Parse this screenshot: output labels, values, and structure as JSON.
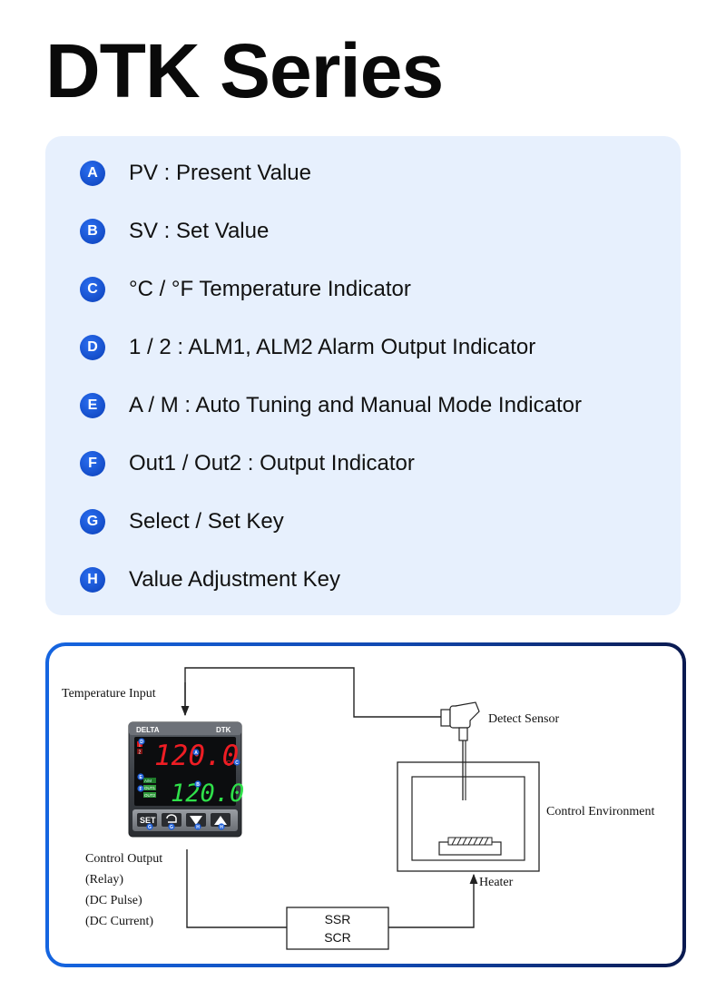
{
  "title": "DTK Series",
  "legend": {
    "items": [
      {
        "letter": "A",
        "text": "PV : Present Value"
      },
      {
        "letter": "B",
        "text": "SV : Set Value"
      },
      {
        "letter": "C",
        "text": "°C / °F Temperature Indicator"
      },
      {
        "letter": "D",
        "text": "1 / 2 : ALM1, ALM2 Alarm Output Indicator"
      },
      {
        "letter": "E",
        "text": "A / M : Auto Tuning and Manual Mode Indicator"
      },
      {
        "letter": "F",
        "text": "Out1 / Out2 : Output Indicator"
      },
      {
        "letter": "G",
        "text": "Select / Set Key"
      },
      {
        "letter": "H",
        "text": "Value Adjustment Key"
      }
    ]
  },
  "diagram": {
    "temperature_input": "Temperature Input",
    "detect_sensor": "Detect Sensor",
    "control_environment": "Control Environment",
    "heater": "Heater",
    "control_output": [
      "Control Output",
      "(Relay)",
      "(DC Pulse)",
      "(DC Current)"
    ],
    "ssr": "SSR",
    "scr": "SCR",
    "device": {
      "brand": "DELTA",
      "model": "DTK",
      "pv": "120.0",
      "sv": "120.0",
      "unit_c": "C",
      "alarm_1": "1",
      "alarm_2": "2",
      "indicator_am": "A/M",
      "indicator_out1": "OUT1",
      "indicator_out2": "OUT2",
      "key_set": "SET",
      "callouts": {
        "A": "A",
        "B": "B",
        "C": "C",
        "D": "D",
        "E": "E",
        "F": "F",
        "G": "G",
        "H": "H"
      }
    }
  }
}
